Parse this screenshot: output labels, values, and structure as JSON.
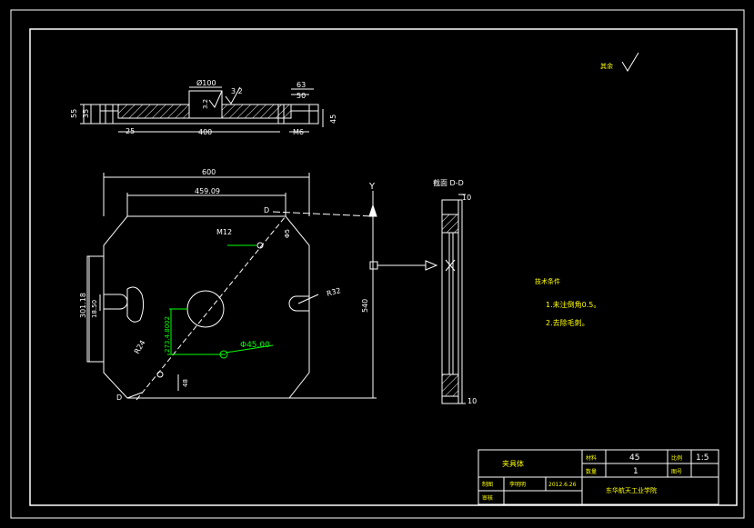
{
  "colors": {
    "background": "#000000",
    "line": "#ffffff",
    "dimension": "#ffffff",
    "annotation": "#00ff00",
    "hatch": "#ffffff"
  },
  "top_view": {
    "dims": {
      "height_left": "55",
      "height_inner": "35",
      "bore": "Ø100",
      "roughness_small": "3.2",
      "roughness_big": "3.2",
      "right_top": "63",
      "right_second": "50",
      "left_small": "25",
      "length": "400",
      "thread": "M6",
      "right_height": "45"
    }
  },
  "roughness_note": {
    "label": "其余"
  },
  "main_view": {
    "dims": {
      "width_total": "600",
      "width_inner": "459.09",
      "section_mark_top": "D",
      "section_mark_bottom": "D",
      "thread_hole": "M12",
      "thread_hole_dim": "Φ5",
      "left_height": "301.18",
      "slot_width": "18.50",
      "left_radius": "R24",
      "diag_dim": "273.4.8002",
      "center_hole": "Φ45.00",
      "right_radius": "R32",
      "height_right": "540",
      "small_dim": "48"
    },
    "arrow_label": "Y"
  },
  "section_view": {
    "title": "截面 D-D",
    "thickness_top": "10",
    "thickness_bottom": "10"
  },
  "tech_notes": {
    "title": "技术条件",
    "items": [
      "1.未注倒角0.5。",
      "2.去除毛刺。"
    ]
  },
  "title_block": {
    "part_name": "夹具体",
    "material_label": "材料",
    "material": "45",
    "scale_label": "比例",
    "scale": "1:5",
    "qty_label": "数量",
    "qty": "1",
    "drawing_no_label": "图号",
    "designer_label": "制图",
    "designer": "李明明",
    "date": "2012.6.26",
    "reviewer_label": "审核",
    "school": "东华航天工业学院"
  }
}
